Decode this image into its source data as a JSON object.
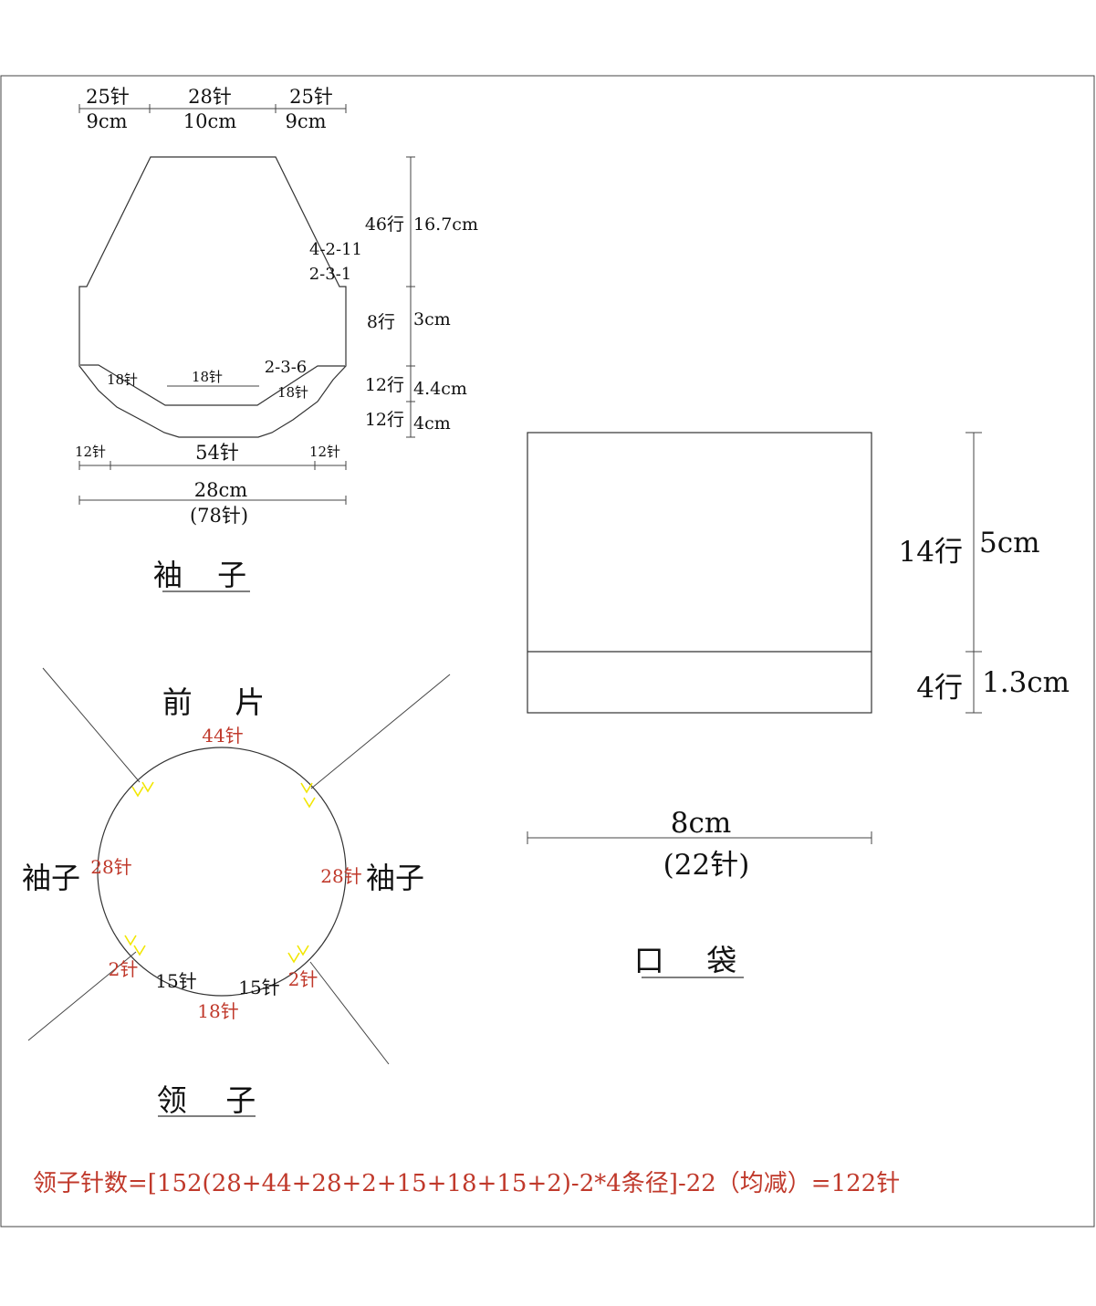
{
  "sleeve": {
    "top_counts": [
      "25针",
      "28针",
      "25针"
    ],
    "top_widths": [
      "9cm",
      "10cm",
      "9cm"
    ],
    "right_rows": [
      "46行",
      "8行",
      "12行",
      "12行"
    ],
    "right_heights": [
      "16.7cm",
      "3cm",
      "4.4cm",
      "4cm"
    ],
    "decrease_1": "4-2-11",
    "decrease_2": "2-3-1",
    "decrease_3": "2-3-6",
    "inner_left": "18针",
    "inner_mid": "18针",
    "inner_right": "18针",
    "bottom_left": "12针",
    "bottom_mid": "54针",
    "bottom_right": "12针",
    "total_width": "28cm",
    "total_count": "(78针)",
    "title": "袖 子"
  },
  "pocket": {
    "rows_main": "14行",
    "height_main": "5cm",
    "rows_rib": "4行",
    "height_rib": "1.3cm",
    "width": "8cm",
    "count": "(22针)",
    "title": "口 袋"
  },
  "collar": {
    "front": "前 片",
    "front_count": "44针",
    "left_label": "袖子",
    "left_count": "28针",
    "right_label": "袖子",
    "right_count": "28针",
    "lower_left_count": "2针",
    "lower_right_count": "2针",
    "back_left": "15针",
    "back_right": "15针",
    "back_count": "18针",
    "title": "领 子"
  },
  "formula": "领子针数=[152(28+44+28+2+15+18+15+2)-2*4条径]-22（均减）=122针",
  "colors": {
    "red": "#c0392b",
    "yellow": "#f2e600",
    "line": "#333333"
  }
}
